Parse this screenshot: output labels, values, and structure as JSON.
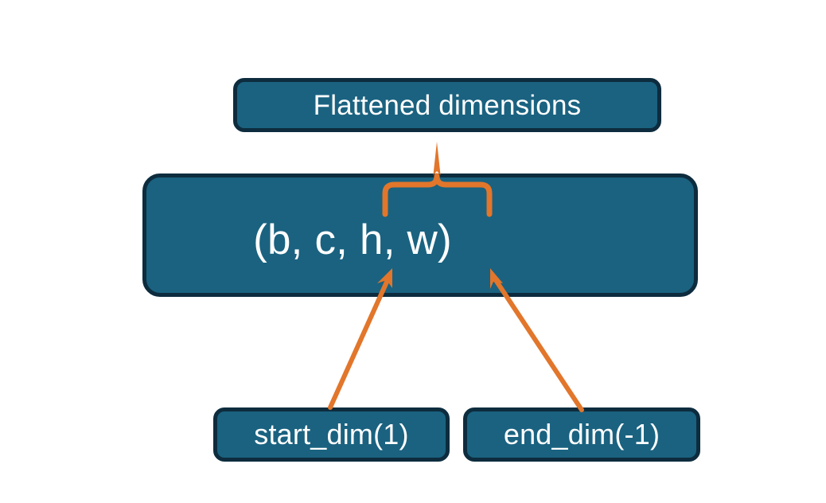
{
  "diagram": {
    "title": "Flatten dimensions diagram",
    "background_color": "#ffffff",
    "node_fill_color": "#1a6280",
    "node_border_color": "#0d2c3e",
    "node_text_color": "#ffffff",
    "connector_color": "#e2762b",
    "nodes": [
      {
        "id": "flattened",
        "label": "Flattened dimensions",
        "role": "annotation-top"
      },
      {
        "id": "shape",
        "label": "(b, c, h, w)",
        "role": "tensor-shape"
      },
      {
        "id": "start_dim",
        "label": "start_dim(1)",
        "role": "argument"
      },
      {
        "id": "end_dim",
        "label": "end_dim(-1)",
        "role": "argument"
      }
    ],
    "connectors": [
      {
        "id": "brace-flattened",
        "type": "curly-brace",
        "from": "shape",
        "to": "flattened",
        "covers": "c, h, w"
      },
      {
        "id": "arrow-start-dim",
        "type": "arrow",
        "from": "start_dim",
        "to": "shape",
        "points_at": "c"
      },
      {
        "id": "arrow-end-dim",
        "type": "arrow",
        "from": "end_dim",
        "to": "shape",
        "points_at": "w"
      }
    ]
  }
}
